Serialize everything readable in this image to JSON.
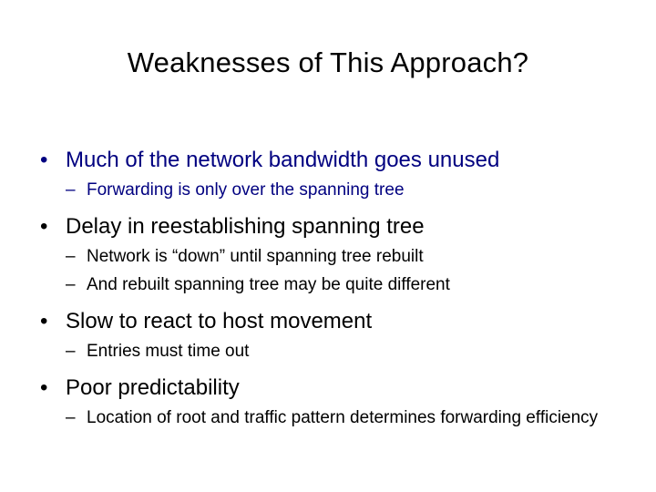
{
  "slide": {
    "title": "Weaknesses of This Approach?",
    "background_color": "#ffffff",
    "title_color": "#000000",
    "accent_color": "#000080",
    "body_color": "#000000",
    "bullet_marker": "•",
    "sub_bullet_marker": "–",
    "groups": [
      {
        "color": "#000080",
        "main": "Much of the network bandwidth goes unused",
        "subs": [
          "Forwarding is only over the spanning tree"
        ]
      },
      {
        "color": "#000000",
        "main": "Delay in reestablishing spanning tree",
        "subs": [
          "Network is “down” until spanning tree rebuilt",
          "And rebuilt spanning tree may be quite different"
        ]
      },
      {
        "color": "#000000",
        "main": "Slow to react to host movement",
        "subs": [
          "Entries must time out"
        ]
      },
      {
        "color": "#000000",
        "main": "Poor predictability",
        "subs": [
          "Location of root and traffic pattern determines forwarding efficiency"
        ]
      }
    ]
  }
}
